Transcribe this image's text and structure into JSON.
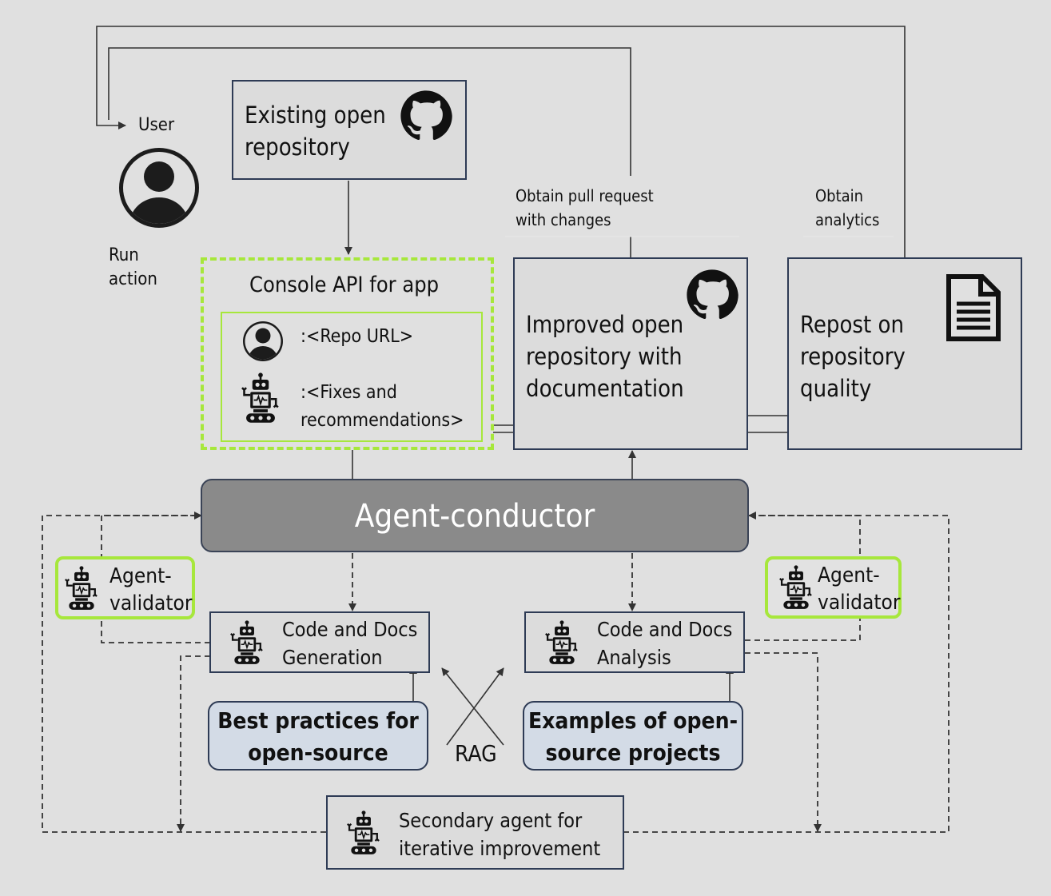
{
  "user": {
    "label": "User",
    "run_action": "Run\naction"
  },
  "existing_repo": {
    "label": "Existing open\nrepository"
  },
  "console": {
    "title": "Console API for app",
    "repo_url": ":<Repo URL>",
    "fixes": ":<Fixes and\nrecommendations>"
  },
  "improved_repo": {
    "label": "Improved open\nrepository with\ndocumentation"
  },
  "report": {
    "label": "Repost on\nrepository\nquality"
  },
  "obtain_pr": {
    "label": "Obtain pull request\nwith changes"
  },
  "obtain_analytics": {
    "label": "Obtain\nanalytics"
  },
  "conductor": {
    "label": "Agent-conductor"
  },
  "validator_left": {
    "label": "Agent-\nvalidator"
  },
  "validator_right": {
    "label": "Agent-\nvalidator"
  },
  "codegen": {
    "label": "Code and Docs\nGeneration"
  },
  "analysis": {
    "label": "Code and Docs\nAnalysis"
  },
  "best_practices": {
    "label": "Best practices for\nopen-source"
  },
  "examples": {
    "label": "Examples of open-\nsource projects"
  },
  "rag": {
    "label": "RAG"
  },
  "secondary": {
    "label": "Secondary agent for\niterative improvement"
  },
  "colors": {
    "accent_green": "#a7e73c",
    "border_navy": "#2e3b55",
    "conductor_gray": "#8a8a8a",
    "kb_blue": "#d3dbe6"
  }
}
